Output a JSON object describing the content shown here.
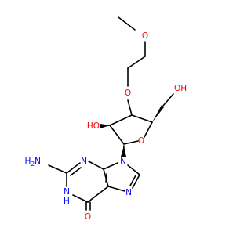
{
  "colors": {
    "bond": "#000000",
    "oxygen": "#ff0000",
    "nitrogen": "#0000ff",
    "background": "#ffffff"
  },
  "labels": {
    "methoxy_o": "O",
    "ether_o": "O",
    "hydroxymethyl_oh": "OH",
    "ring_hydroxyl": "HO",
    "ring_o": "O",
    "n9": "N",
    "n3": "N",
    "n7": "N",
    "n1h": "N",
    "n1h_h": "H",
    "amino": "NH",
    "amino_sub": "2",
    "h2n_h": "H",
    "h2n_sub": "2",
    "h2n_n": "N",
    "carbonyl_o": "O"
  }
}
